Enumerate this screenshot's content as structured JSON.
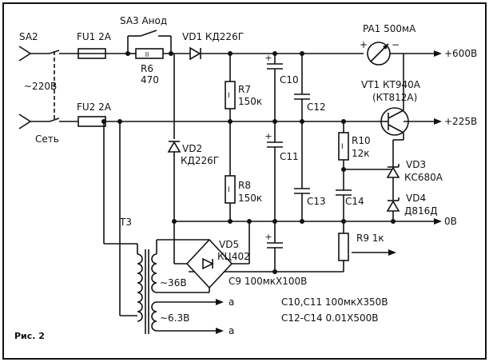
{
  "figure": {
    "caption": "Рис. 2"
  },
  "labels": {
    "sa2": "SA2",
    "fu1": "FU1  2A",
    "sa3": "SA3  Анод",
    "r6_ref": "R6",
    "r6_val": "470",
    "vd1": "VD1  КД226Г",
    "pa1": "PA1  500мА",
    "out_600": "+600В",
    "mains_voltage": "~220В",
    "mains_label": "Сеть",
    "fu2": "FU2  2A",
    "r7_ref": "R7",
    "r7_val": "150к",
    "c10": "C10",
    "c12": "C12",
    "vt1": "VT1  КТ940А",
    "vt1_alt": "(КТ812А)",
    "out_225": "+225В",
    "vd2_ref": "VD2",
    "vd2_val": "КД226Г",
    "c11": "C11",
    "r10_ref": "R10",
    "r10_val": "12к",
    "vd3_ref": "VD3",
    "vd3_val": "КС680А",
    "r8_ref": "R8",
    "r8_val": "150к",
    "c13": "C13",
    "c14": "C14",
    "vd4_ref": "VD4",
    "vd4_val": "Д816Д",
    "t3": "T3",
    "out_0": "0В",
    "r9": "R9  1к",
    "vd5_ref": "VD5",
    "vd5_val": "КЦ402",
    "tap_36": "~36В",
    "c9": "C9  100мкХ100В",
    "out_a1": "a",
    "tap_63": "~6.3В",
    "out_a2": "a",
    "note1": "C10,C11  100мкХ350В",
    "note2": "C12-C14  0.01Х500В",
    "plus_sign": "+",
    "minus_sign": "−"
  }
}
